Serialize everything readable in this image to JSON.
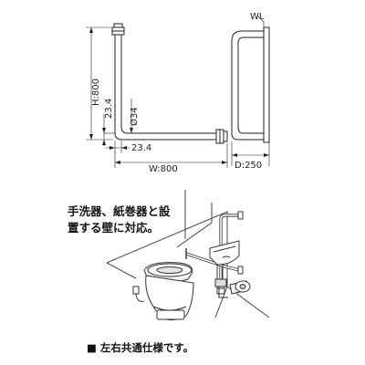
{
  "dimensions": {
    "height": "H:800",
    "width": "W:800",
    "depth": "D:250",
    "thickness_vertical": "23.4",
    "thickness_horizontal": "23.4",
    "diameter": "Ø34",
    "wall_label": "WL"
  },
  "installation_note": {
    "line1": "手洗器、紙巻器と設",
    "line2": "置する壁に対応。"
  },
  "footer_note": "■ 左右共通仕様です。",
  "colors": {
    "line": "#222222",
    "rail_fill": "#ffffff",
    "frame": "#555555",
    "shadow": "#cccccc"
  }
}
